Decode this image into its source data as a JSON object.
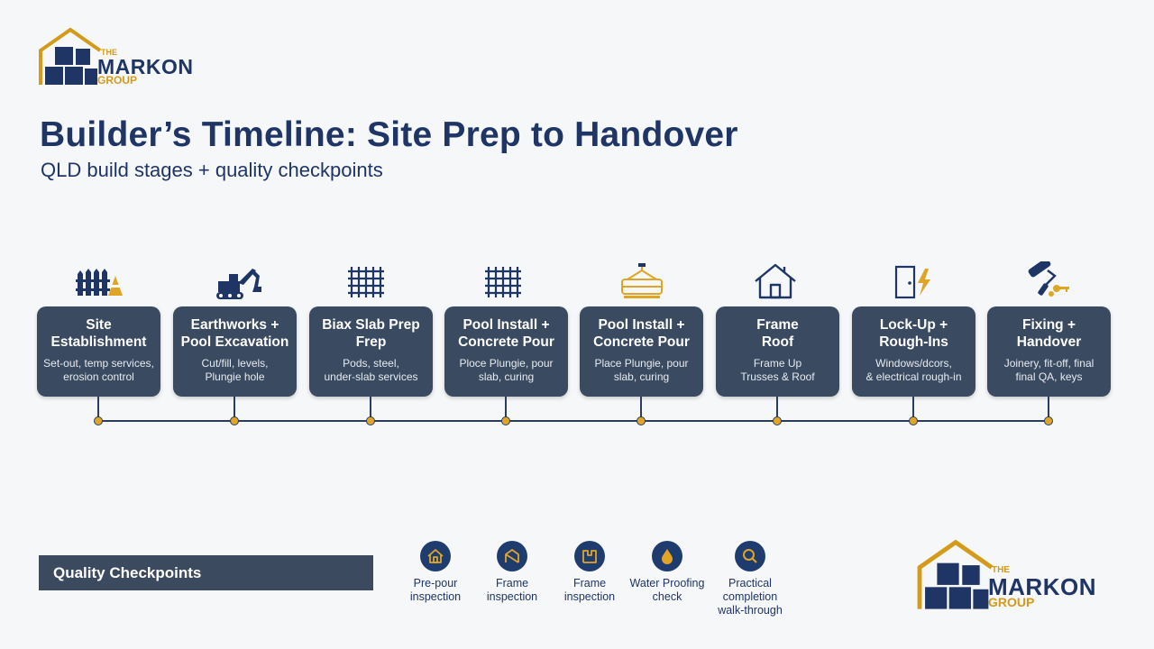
{
  "brand": {
    "the": "THE",
    "name": "MARKON",
    "group": "GROUP",
    "colors": {
      "navy": "#1e3566",
      "gold": "#d49b1a",
      "card": "#3a4a60"
    }
  },
  "header": {
    "title": "Builder’s Timeline: Site Prep to Handover",
    "subtitle": "QLD build stages + quality checkpoints"
  },
  "stages": [
    {
      "icon": "fence-icon",
      "title": "Site\nEstablishment",
      "desc": "Set-out, temp services,\nerosion control"
    },
    {
      "icon": "excavator-icon",
      "title": "Earthworks +\nPool Excavation",
      "desc": "Cut/fill, levels,\nPlungie hole"
    },
    {
      "icon": "grid-icon",
      "title": "Biax Slab Prep\nFrep",
      "desc": "Pods, steel,\nunder-slab services"
    },
    {
      "icon": "grid-icon",
      "title": "Pool Install +\nConcrete Pour",
      "desc": "Ploce Plungie, pour\nslab, curing"
    },
    {
      "icon": "crane-load-icon",
      "title": "Pool Install +\nConcrete Pour",
      "desc": "Place Plungie, pour\nslab, curing"
    },
    {
      "icon": "house-icon",
      "title": "Frame\nRoof",
      "desc": "Frame Up\nTrusses & Roof"
    },
    {
      "icon": "door-electric-icon",
      "title": "Lock-Up +\nRough-Ins",
      "desc": "Windows/dcors,\n& electrical rough-in"
    },
    {
      "icon": "paint-roller-icon",
      "title": "Fixing +\nHandover",
      "desc": "Joinery, fit-off, final\nfinal QA, keys"
    }
  ],
  "quality": {
    "label": "Quality Checkpoints",
    "items": [
      {
        "icon": "house-icon",
        "text": "Pre-pour\ninspection"
      },
      {
        "icon": "frame-icon",
        "text": "Frame\ninspection"
      },
      {
        "icon": "frame-check-icon",
        "text": "Frame\ninspection"
      },
      {
        "icon": "water-drop-icon",
        "text": "Water Proofing\ncheck"
      },
      {
        "icon": "magnifier-icon",
        "text": "Practical\ncompletion\nwalk-through"
      }
    ]
  }
}
